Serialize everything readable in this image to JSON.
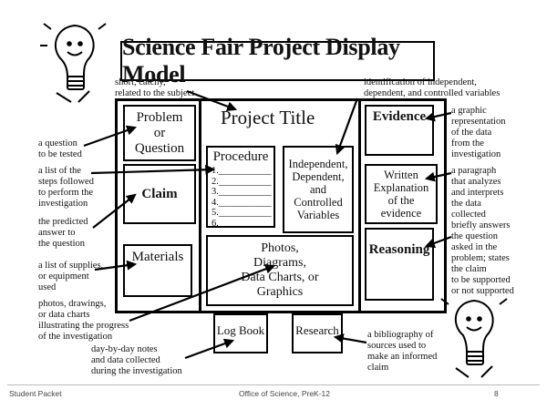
{
  "title": "Science Fair Project Display Model",
  "board": {
    "left": {
      "problem": "Problem\nor\nQuestion",
      "claim": "Claim",
      "materials": "Materials"
    },
    "center": {
      "project_title": "Project Title",
      "procedure_title": "Procedure",
      "procedure_steps": [
        "1.",
        "2.",
        "3.",
        "4.",
        "5.",
        "6."
      ],
      "variables": "Independent,\nDependent,\nand Controlled\nVariables",
      "photos": "Photos,\nDiagrams,\nData Charts, or\nGraphics"
    },
    "right": {
      "evidence": "Evidence",
      "written": "Written\nExplanation\nof the evidence",
      "reasoning": "Reasoning"
    },
    "bottom": {
      "logbook": "Log Book",
      "research": "Research"
    }
  },
  "annotations": {
    "short_catchy": "short, catchy,\nrelated to the subject",
    "identification": "identification of independent,\ndependent, and controlled variables",
    "question_tested": "a question\nto be tested",
    "list_steps": "a list of the\nsteps followed\nto perform the\ninvestigation",
    "predicted": "the predicted\nanswer to\nthe question",
    "supplies": "a list of supplies,\nor equipment\nused",
    "photos_drawings": "photos, drawings,\nor data charts\nillustrating the progress\nof the investigation",
    "daybyday": "day-by-day notes\nand data collected\nduring the investigation",
    "graphic_rep": "a graphic\nrepresentation\nof the data\nfrom the\ninvestigation",
    "paragraph": "a paragraph\nthat analyzes\nand interprets\nthe data\ncollected",
    "briefly": "briefly answers\nthe question\nasked in the\nproblem; states\nthe  claim\nto be supported\nor not supported",
    "bibliography": "a bibliography of\nsources used to\nmake an informed\nclaim"
  },
  "footer": {
    "left": "Student Packet",
    "center": "Office of Science, PreK-12",
    "page": "8"
  },
  "icons": [
    "lightbulb-icon"
  ]
}
